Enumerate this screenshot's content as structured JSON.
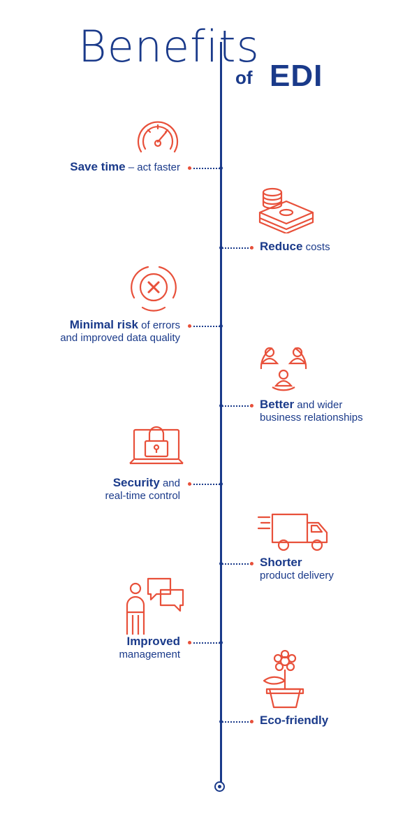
{
  "title": {
    "main": "Benefits",
    "of": "of",
    "edi": "EDI"
  },
  "colors": {
    "navy": "#1a3a8a",
    "accent": "#e8503a"
  },
  "benefits": [
    {
      "strong": "Save time",
      "rest": " – act faster",
      "line2": "",
      "side": "left",
      "icon": "speedometer-icon"
    },
    {
      "strong": "Reduce",
      "rest": " costs",
      "line2": "",
      "side": "right",
      "icon": "money-stack-icon"
    },
    {
      "strong": "Minimal risk",
      "rest": " of errors",
      "line2": "and improved data quality",
      "side": "left",
      "icon": "error-x-icon"
    },
    {
      "strong": "Better",
      "rest": " and wider",
      "line2": "business relationships",
      "side": "right",
      "icon": "people-network-icon"
    },
    {
      "strong": "Security",
      "rest": " and",
      "line2": "real-time control",
      "side": "left",
      "icon": "laptop-lock-icon"
    },
    {
      "strong": "Shorter",
      "rest": "",
      "line2": "product delivery",
      "side": "right",
      "icon": "delivery-truck-icon"
    },
    {
      "strong": "Improved",
      "rest": "",
      "line2": "management",
      "side": "left",
      "icon": "person-speech-icon"
    },
    {
      "strong": "Eco-friendly",
      "rest": "",
      "line2": "",
      "side": "right",
      "icon": "flower-pot-icon"
    }
  ]
}
